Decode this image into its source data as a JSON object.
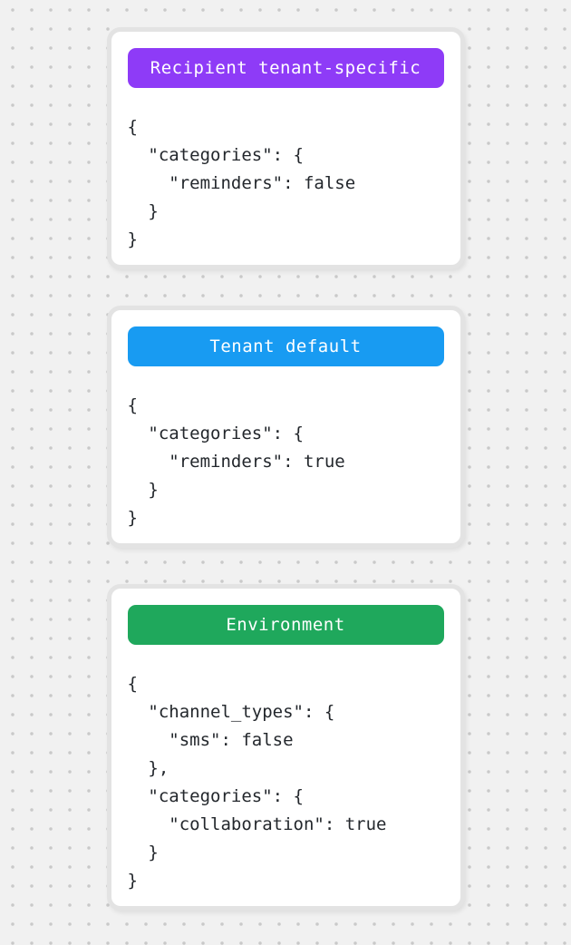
{
  "canvas": {
    "background_color": "#f1f1f1",
    "dot_color": "#c9c9c9",
    "card_border_color": "#e3e3e3",
    "code_text_color": "#23272c"
  },
  "cards": [
    {
      "label": "Recipient tenant-specific",
      "badge_color": "#8e3bf7",
      "code": "{\n  \"categories\": {\n    \"reminders\": false\n  }\n}"
    },
    {
      "label": "Tenant default",
      "badge_color": "#189bf2",
      "code": "{\n  \"categories\": {\n    \"reminders\": true\n  }\n}"
    },
    {
      "label": "Environment",
      "badge_color": "#1fa85c",
      "code": "{\n  \"channel_types\": {\n    \"sms\": false\n  },\n  \"categories\": {\n    \"collaboration\": true\n  }\n}"
    }
  ]
}
